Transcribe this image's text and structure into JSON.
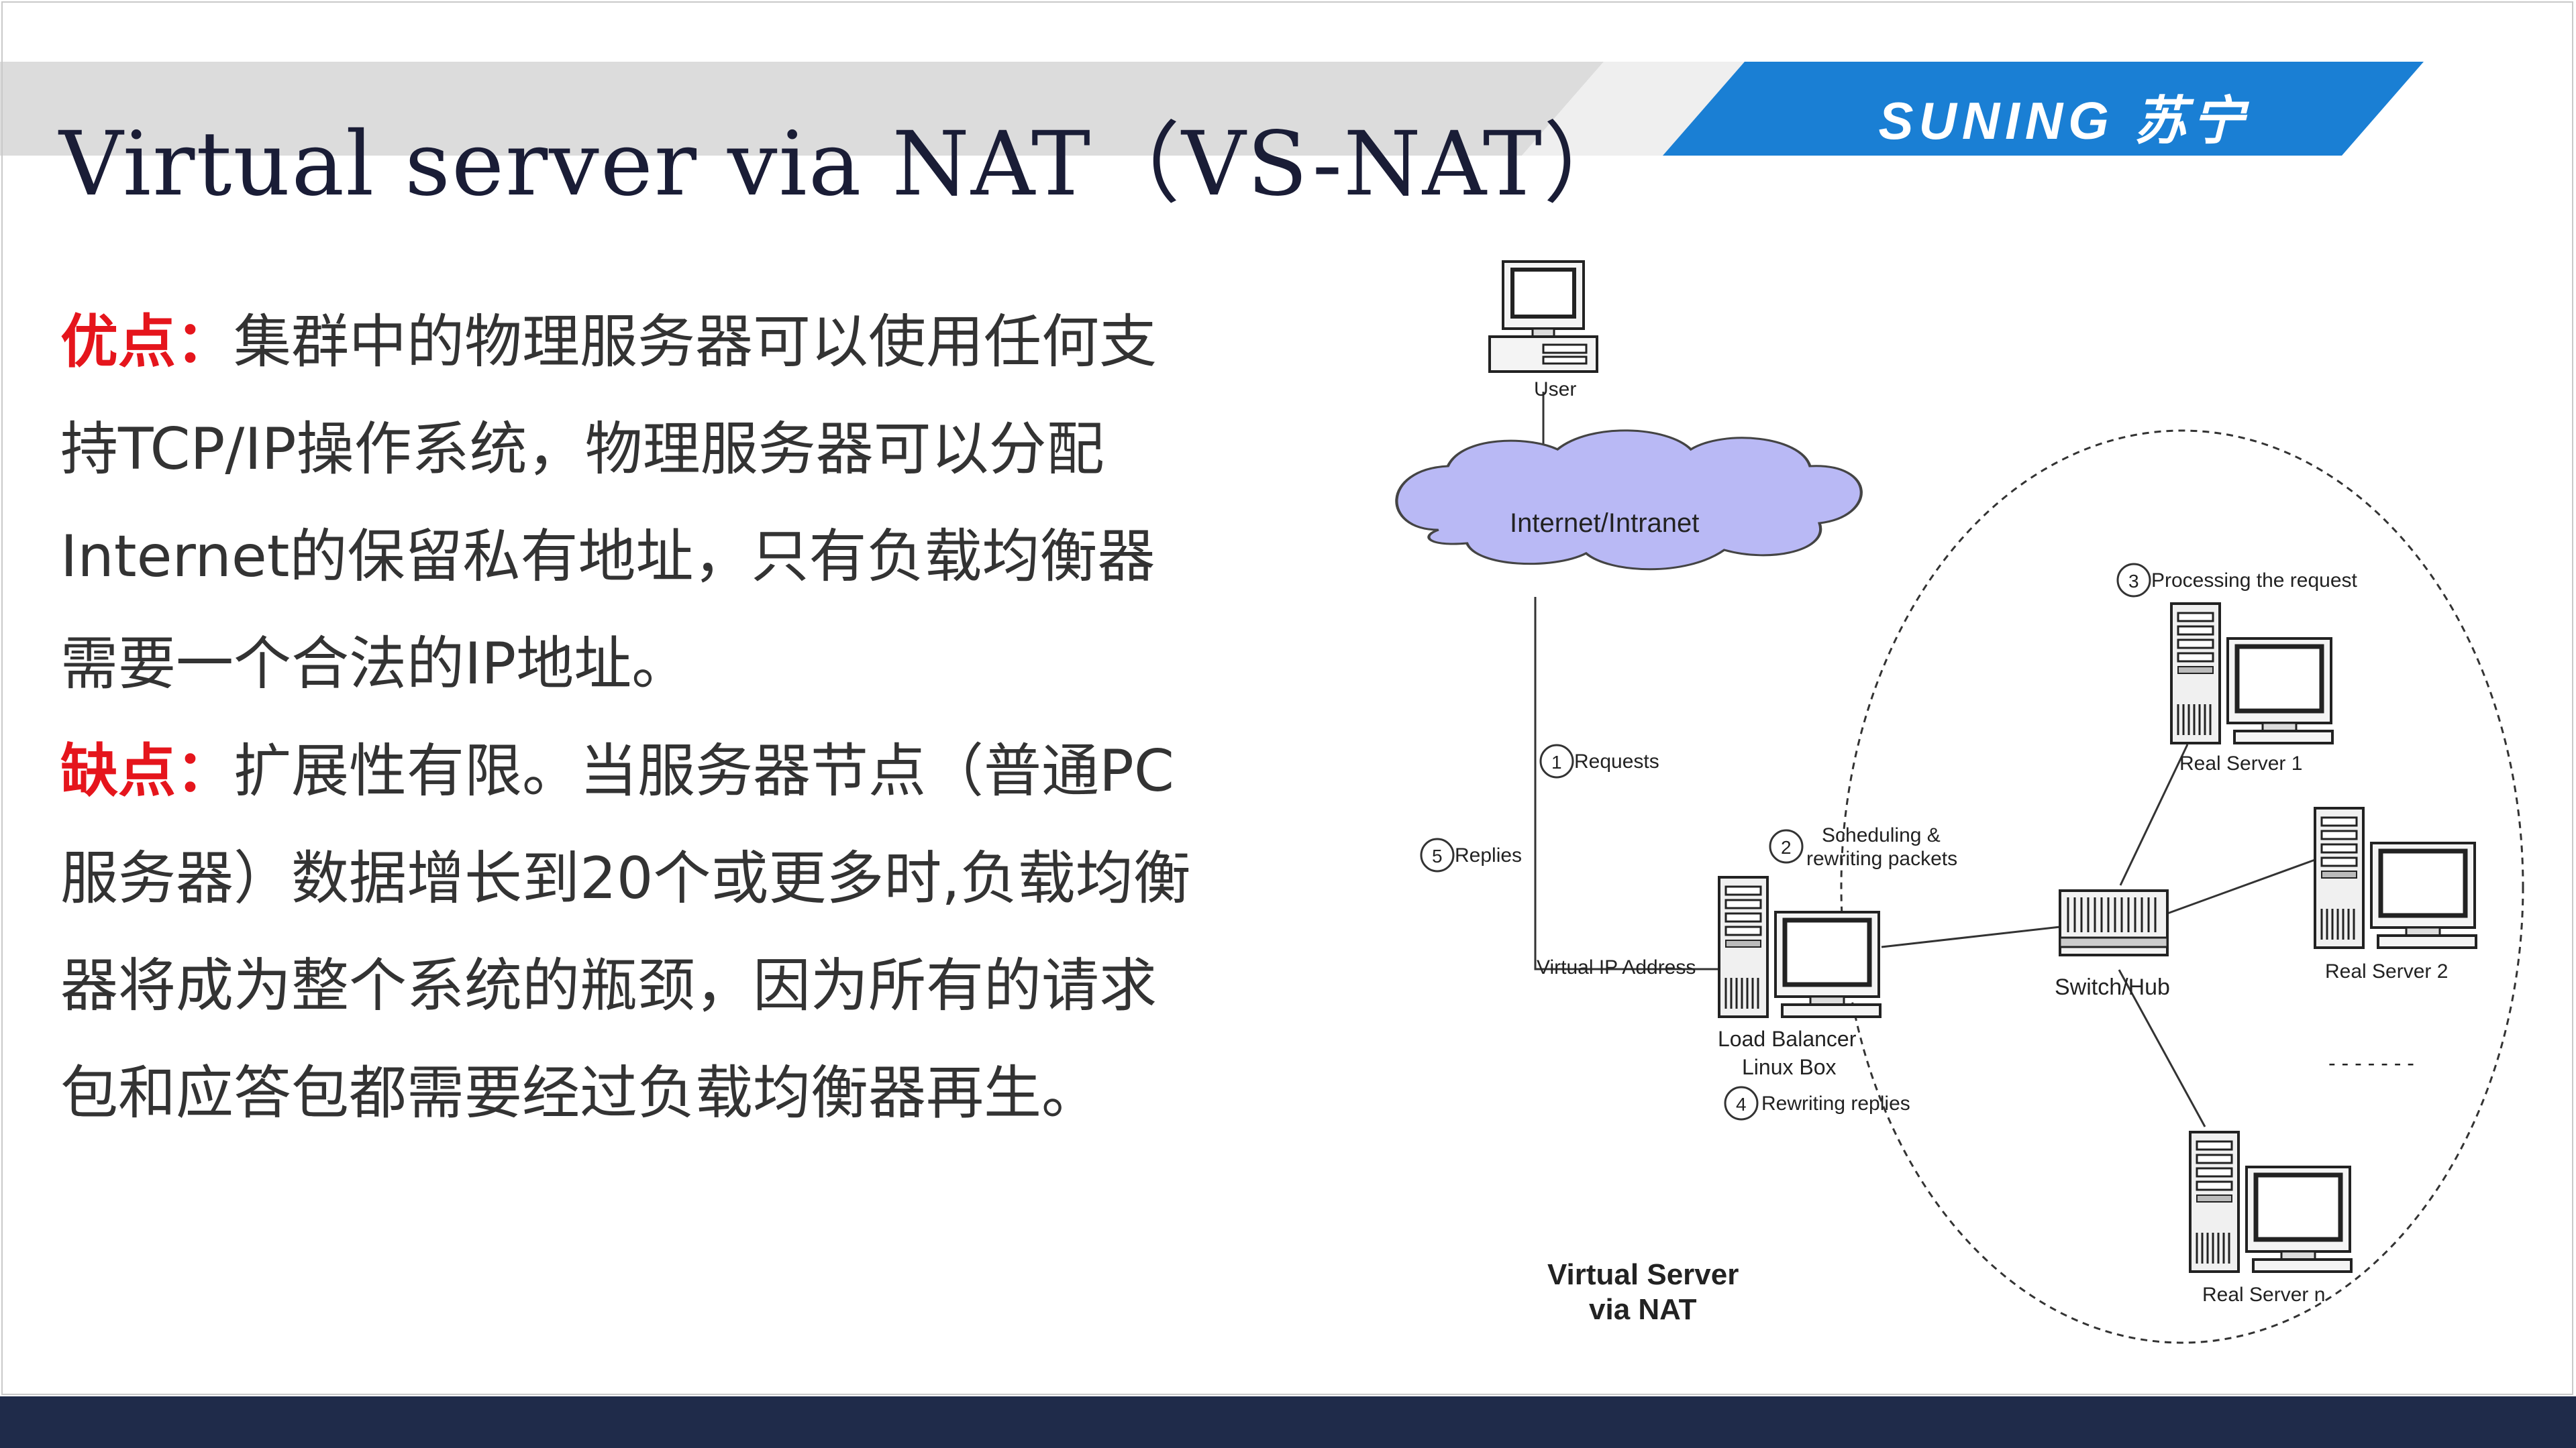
{
  "slide": {
    "title": "Virtual server via NAT（VS-NAT）",
    "brand": "SUNING 苏宁",
    "colors": {
      "accent": "#1a7fd4",
      "label_red": "#e5151c",
      "text": "#333333",
      "footer": "#1f2b4a",
      "cloud": "#b9b9f5"
    }
  },
  "content": {
    "pros_label": "优点：",
    "pros_text": "集群中的物理服务器可以使用任何支持TCP/IP操作系统，物理服务器可以分配Internet的保留私有地址，只有负载均衡器需要一个合法的IP地址。",
    "cons_label": "缺点：",
    "cons_text": "扩展性有限。当服务器节点（普通PC服务器）数据增长到20个或更多时,负载均衡器将成为整个系统的瓶颈，因为所有的请求包和应答包都需要经过负载均衡器再生。"
  },
  "diagram": {
    "user": "User",
    "cloud": "Internet/Intranet",
    "requests_num": "1",
    "requests": "Requests",
    "replies_num": "5",
    "replies": "Replies",
    "scheduling_num": "2",
    "scheduling_line1": "Scheduling &",
    "scheduling_line2": "rewriting packets",
    "processing_num": "3",
    "processing": "Processing the request",
    "rewriting_num": "4",
    "rewriting": "Rewriting replies",
    "vip": "Virtual IP Address",
    "lb_line1": "Load Balancer",
    "lb_line2": "Linux Box",
    "switch": "Switch/Hub",
    "rs1": "Real Server 1",
    "rs2": "Real Server 2",
    "rsn": "Real Server n",
    "ellipsis": "- - - - - - -",
    "vs_line1": "Virtual Server",
    "vs_line2": "via NAT"
  }
}
